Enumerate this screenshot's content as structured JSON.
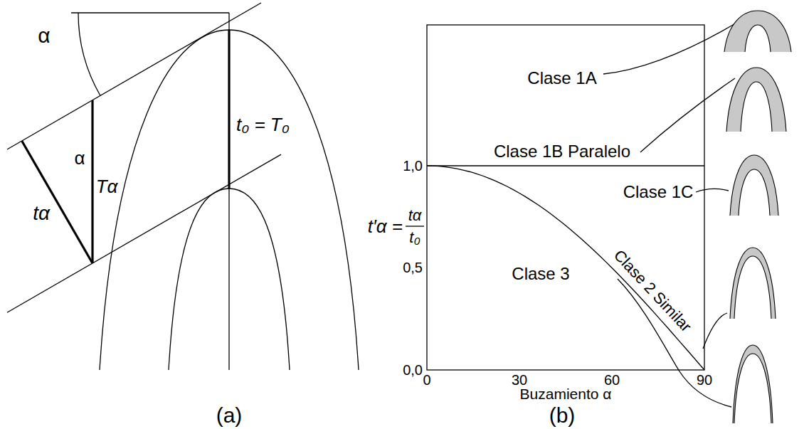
{
  "diagram": {
    "labels": [
      "α",
      "tα",
      "α",
      "Tα",
      "t₀ = T₀",
      "Clase 1A",
      "Clase 1B Paralelo",
      "Clase 1C",
      "Clase 2 Similar",
      "Clase 3",
      "t′α =",
      "tα",
      "t₀",
      "1,0",
      "0,5",
      "0,0",
      "0",
      "30",
      "60",
      "90",
      "Buzamiento α",
      "(a)",
      "(b)"
    ]
  }
}
